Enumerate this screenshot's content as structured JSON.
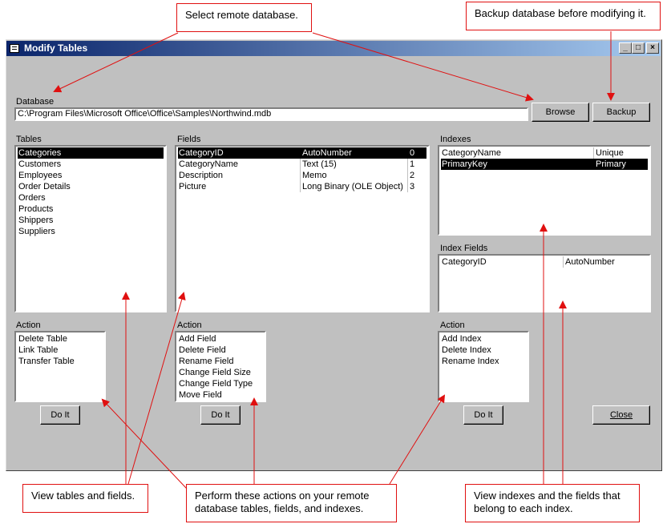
{
  "window": {
    "title": "Modify Tables"
  },
  "titlebar_buttons": [
    "_",
    "□",
    "×"
  ],
  "database": {
    "label": "Database",
    "path": "C:\\Program Files\\Microsoft Office\\Office\\Samples\\Northwind.mdb"
  },
  "buttons": {
    "browse": "Browse",
    "backup": "Backup",
    "do_it": "Do It",
    "close": "Close"
  },
  "tables": {
    "label": "Tables",
    "items": [
      "Categories",
      "Customers",
      "Employees",
      "Order Details",
      "Orders",
      "Products",
      "Shippers",
      "Suppliers"
    ]
  },
  "fields": {
    "label": "Fields",
    "rows": [
      {
        "name": "CategoryID",
        "type": "AutoNumber",
        "pos": "0"
      },
      {
        "name": "CategoryName",
        "type": "Text (15)",
        "pos": "1"
      },
      {
        "name": "Description",
        "type": "Memo",
        "pos": "2"
      },
      {
        "name": "Picture",
        "type": "Long Binary (OLE Object)",
        "pos": "3"
      }
    ]
  },
  "indexes": {
    "label": "Indexes",
    "rows": [
      {
        "name": "CategoryName",
        "type": "Unique"
      },
      {
        "name": "PrimaryKey",
        "type": "Primary"
      }
    ]
  },
  "index_fields": {
    "label": "Index Fields",
    "rows": [
      {
        "name": "CategoryID",
        "type": "AutoNumber"
      }
    ]
  },
  "table_actions": {
    "label": "Action",
    "items": [
      "Delete Table",
      "Link Table",
      "Transfer Table"
    ]
  },
  "field_actions": {
    "label": "Action",
    "items": [
      "Add Field",
      "Delete Field",
      "Rename Field",
      "Change Field Size",
      "Change Field Type",
      "Move Field"
    ]
  },
  "index_actions": {
    "label": "Action",
    "items": [
      "Add Index",
      "Delete Index",
      "Rename Index"
    ]
  },
  "callouts": {
    "select_db": "Select remote database.",
    "backup": "Backup database before modifying it.",
    "view_tables": "View tables and fields.",
    "perform": "Perform these actions on your remote database tables, fields, and indexes.",
    "view_indexes": "View indexes and the fields that belong to each index."
  },
  "colors": {
    "title_gradient_start": "#0a246a",
    "title_gradient_end": "#a6caf0",
    "window_bg": "#c0c0c0",
    "callout_border": "#e01010",
    "arrow": "#e01010"
  }
}
